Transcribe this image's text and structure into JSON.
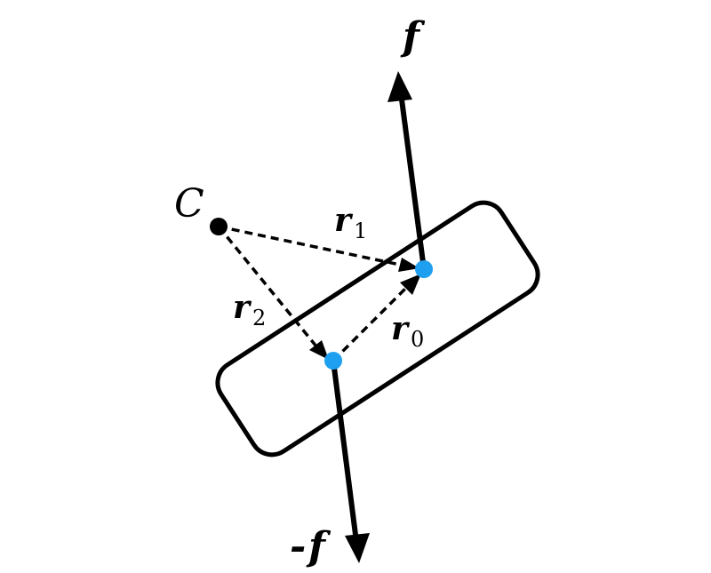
{
  "diagram": {
    "labels": {
      "force_top": "f",
      "force_bottom_sign": "-",
      "force_bottom": "f",
      "point_c": "C",
      "r1_base": "r",
      "r1_sub": "1",
      "r2_base": "r",
      "r2_sub": "2",
      "r0_base": "r",
      "r0_sub": "0"
    },
    "colors": {
      "stroke": "#000000",
      "point_blue": "#1e9ff0",
      "point_black": "#000000",
      "background": "#ffffff"
    }
  }
}
